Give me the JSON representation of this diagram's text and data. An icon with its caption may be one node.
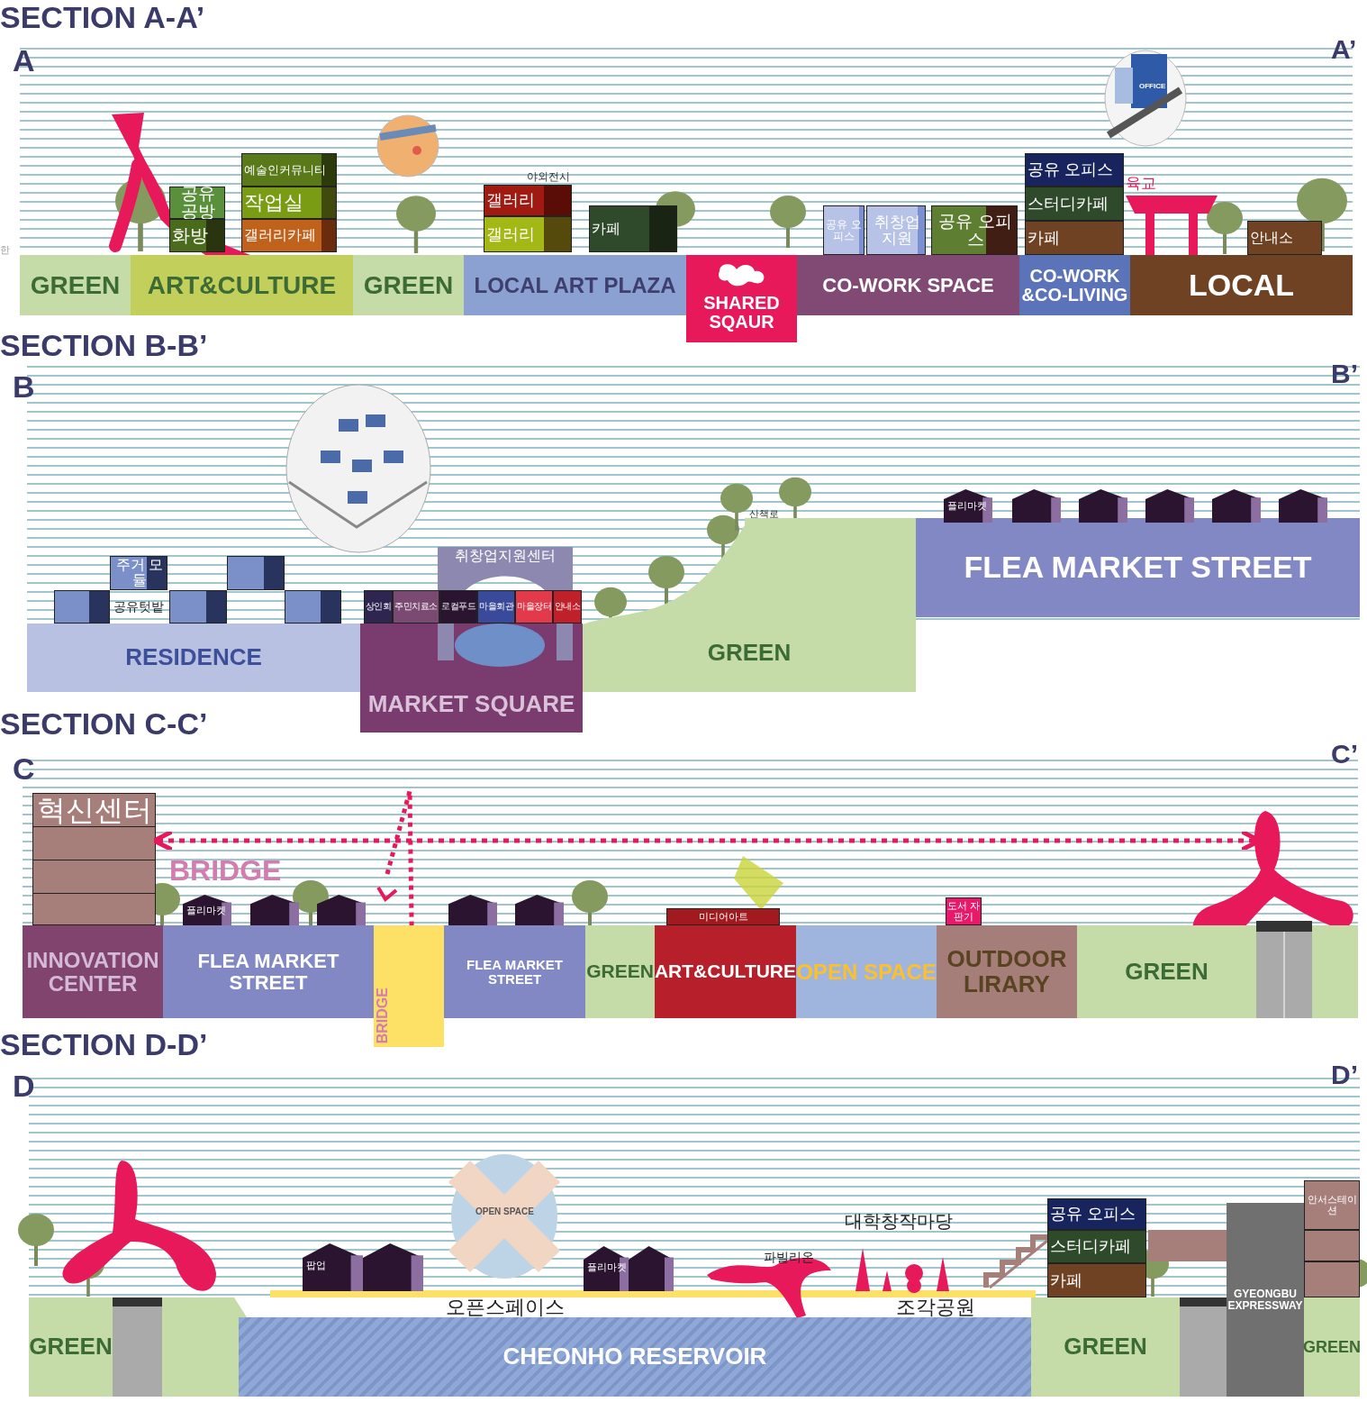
{
  "diagram": {
    "nodes": [
      {
        "text": [
          "GREEN"
        ]
      },
      {
        "text": [
          "ART&CULTURE"
        ]
      },
      {
        "text": [
          "GREEN"
        ]
      },
      {
        "text": [
          "LOCAL ART PLAZA"
        ]
      },
      {
        "text": [
          "SHARED SQAUR"
        ]
      },
      {
        "text": [
          "CO-WORK SPACE"
        ]
      },
      {
        "text": [
          "CO-WORK &CO-LIVING"
        ]
      },
      {
        "text": [
          "LOCAL"
        ]
      },
      {
        "text": [
          "공유 공방"
        ]
      },
      {
        "text": [
          "화방"
        ]
      },
      {
        "text": [
          "예술인커뮤니티"
        ]
      },
      {
        "text": [
          "작업실"
        ]
      },
      {
        "text": [
          "갤러리카페"
        ]
      },
      {
        "text": [
          "갤러리"
        ]
      },
      {
        "text": [
          "갤러리"
        ]
      },
      {
        "text": [
          "카페"
        ]
      },
      {
        "text": [
          "공유 오피스"
        ]
      },
      {
        "text": [
          "취창업 지원"
        ]
      },
      {
        "text": [
          "공유 오피스"
        ]
      },
      {
        "text": [
          "공유 오피스"
        ]
      },
      {
        "text": [
          "스터디카페"
        ]
      },
      {
        "text": [
          "카페"
        ]
      },
      {
        "text": [
          "안내소"
        ]
      },
      {
        "text": [
          "육교"
        ]
      },
      {
        "text": [
          "RESIDENCE"
        ]
      },
      {
        "text": [
          "MARKET SQUARE"
        ]
      },
      {
        "text": [
          "GREEN"
        ],
        "beside": [
          "산책로"
        ]
      },
      {
        "text": [
          "FLEA MARKET STREET"
        ]
      },
      {
        "text": [
          "주거 모듈"
        ]
      },
      {
        "text": [],
        "shape": "box"
      },
      {
        "text": [],
        "shape": "box"
      },
      {
        "text": [],
        "shape": "box"
      },
      {
        "text": [],
        "shape": "box"
      },
      {
        "text": [
          "취창업지원센터"
        ]
      },
      {
        "text": [
          "상인회"
        ]
      },
      {
        "text": [
          "주민치료소"
        ]
      },
      {
        "text": [
          "로컬푸드"
        ]
      },
      {
        "text": [
          "마을회관"
        ]
      },
      {
        "text": [
          "마을장터"
        ]
      },
      {
        "text": [
          "안내소"
        ]
      },
      {
        "text": [
          "플리마켓"
        ]
      },
      {
        "text": [],
        "shape": "house"
      },
      {
        "text": [],
        "shape": "house"
      },
      {
        "text": [],
        "shape": "house"
      },
      {
        "text": [],
        "shape": "house"
      },
      {
        "text": [],
        "shape": "house"
      },
      {
        "text": [
          "혁신센터"
        ]
      },
      {
        "text": [
          "INNOVATION CENTER"
        ]
      },
      {
        "text": [
          "FLEA MARKET STREET"
        ]
      },
      {
        "text": [
          "BRIDGE"
        ]
      },
      {
        "text": [
          "FLEA MARKET STREET"
        ]
      },
      {
        "text": [
          "GREEN"
        ]
      },
      {
        "text": [
          "ART&CULTURE"
        ]
      },
      {
        "text": [
          "OPEN SPACE"
        ]
      },
      {
        "text": [
          "OUTDOOR LIRARY"
        ]
      },
      {
        "text": [
          "GREEN"
        ]
      },
      {
        "text": [
          "플리마켓"
        ]
      },
      {
        "text": [],
        "shape": "house"
      },
      {
        "text": [],
        "shape": "house"
      },
      {
        "text": [],
        "shape": "house"
      },
      {
        "text": [],
        "shape": "house"
      },
      {
        "text": [
          "미디어아트"
        ]
      },
      {
        "text": [
          "도서 자판기"
        ]
      },
      {
        "text": [
          "GREEN"
        ]
      },
      {
        "text": [
          "CHEONHO RESERVOIR"
        ]
      },
      {
        "text": [
          "GREEN"
        ]
      },
      {
        "text": [
          "GYEONGBU EXPRESSWAY"
        ]
      },
      {
        "text": [
          "GREEN"
        ]
      },
      {
        "text": [
          "팝업"
        ]
      },
      {
        "text": [
          "플리마켓"
        ]
      },
      {
        "text": [
          "공유 오피스"
        ]
      },
      {
        "text": [
          "스터디카페"
        ]
      },
      {
        "text": [
          "카페"
        ]
      },
      {
        "text": [
          "안서스테이션"
        ]
      },
      {
        "text": [],
        "shape": "box"
      },
      {
        "text": [],
        "shape": "box"
      },
      {
        "text": [],
        "shape": "ellipse",
        "in": 25
      }
    ],
    "edges": [
      {
        "from": 46,
        "to": 55,
        "arrow": "both",
        "style": "dashed",
        "color": "#e8195a"
      }
    ],
    "labels": [
      "SECTION A-A’",
      "A",
      "A’",
      "한",
      "OFFICE",
      "야외전시",
      "SECTION B-B’",
      "B",
      "B’",
      "공유텃밭",
      "SECTION C-C’",
      "C",
      "C’",
      "BRIDGE",
      "SECTION D-D’",
      "D",
      "D’",
      "대학창작마당",
      "OPEN SPACE",
      "파빌리온",
      "오픈스페이스",
      "조각공원"
    ]
  }
}
